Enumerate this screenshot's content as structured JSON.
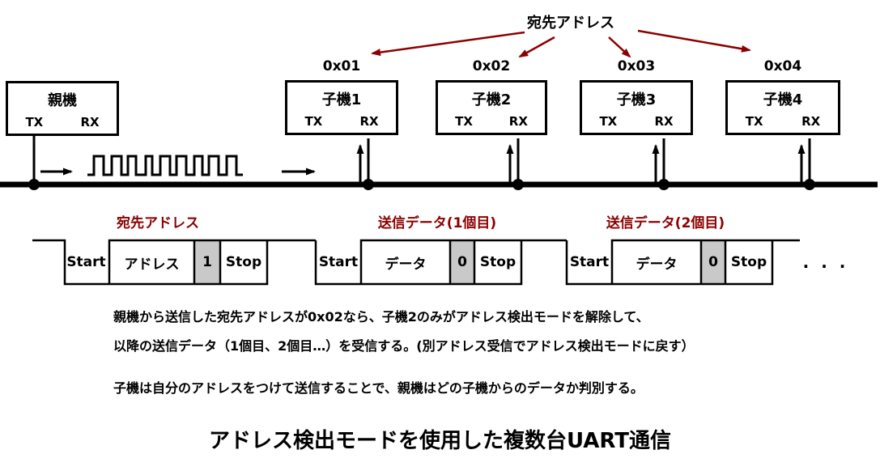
{
  "diagram": {
    "top_label": "宛先アドレス",
    "pin_labels": {
      "tx": "TX",
      "rx": "RX"
    },
    "master": {
      "name": "親機"
    },
    "slaves": [
      {
        "address": "0x01",
        "name": "子機1"
      },
      {
        "address": "0x02",
        "name": "子機2"
      },
      {
        "address": "0x03",
        "name": "子機3"
      },
      {
        "address": "0x04",
        "name": "子機4"
      }
    ],
    "frames": [
      {
        "label": "宛先アドレス",
        "start": "Start",
        "data": "アドレス",
        "bit": "1",
        "stop": "Stop"
      },
      {
        "label": "送信データ(1個目)",
        "start": "Start",
        "data": "データ",
        "bit": "0",
        "stop": "Stop"
      },
      {
        "label": "送信データ(2個目)",
        "start": "Start",
        "data": "データ",
        "bit": "0",
        "stop": "Stop"
      }
    ],
    "ellipsis": ". . .",
    "notes": [
      "親機から送信した宛先アドレスが0x02なら、子機2のみがアドレス検出モードを解除して、",
      "以降の送信データ（1個目、2個目…）を受信する。(別アドレス受信でアドレス検出モードに戻す）",
      "子機は自分のアドレスをつけて送信することで、親機はどの子機からのデータか判別する。"
    ],
    "title": "アドレス検出モードを使用した複数台UART通信"
  },
  "colors": {
    "accent": "#8b0000",
    "bit_fill": "#c9c9c9",
    "line": "#000000"
  }
}
